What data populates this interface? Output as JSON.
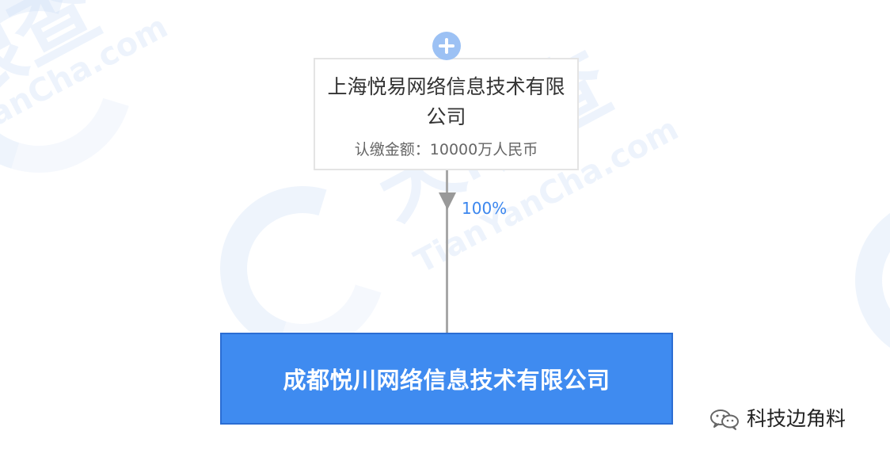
{
  "watermark": {
    "brand_text": "TianYanCha.com",
    "logo_text": "天眼查"
  },
  "holder": {
    "name": "上海悦易网络信息技术有限公司",
    "amount_label": "认缴金额：10000万人民币"
  },
  "relation": {
    "percent": "100%"
  },
  "company": {
    "name": "成都悦川网络信息技术有限公司"
  },
  "source": {
    "text": "科技边角料"
  },
  "colors": {
    "accent": "#3f8bf0",
    "percent_text": "#3b86ee",
    "connector": "#a7a7a7",
    "expand_button": "#9cc1f4"
  }
}
